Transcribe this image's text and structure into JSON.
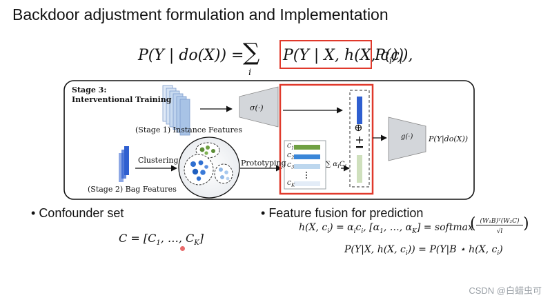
{
  "slide": {
    "title": "Backdoor adjustment formulation and Implementation",
    "main_equation": {
      "lhs": "P(Y | do(X)) = ",
      "sum_symbol": "∑",
      "sum_index": "i",
      "highlighted_term": "P(Y | X, h(X, c",
      "highlighted_sub": "i",
      "highlighted_close": "))",
      "tail": "P(c",
      "tail_sub": "i",
      "tail_close": "),"
    },
    "diagram": {
      "stage3_label_line1": "Stage 3:",
      "stage3_label_line2": "Interventional Training",
      "instance_features_label": "(Stage 1) Instance Features",
      "bag_features_label": "(Stage 2) Bag Features",
      "sigma_label": "σ(·)",
      "clustering_label": "Clustering",
      "prototyping_label": "Prototyping",
      "sum_alpha_label": "∑ α",
      "sum_alpha_sub": "i",
      "sum_alpha_c": "C",
      "sum_alpha_c_sub": "i",
      "c1_label": "C",
      "c1_sub": "1",
      "c2_label": "C",
      "c2_sub": "2",
      "c3_label": "C",
      "c3_sub": "3",
      "ck_label": "C",
      "ck_sub": "K",
      "oplus": "⊕",
      "g_label": "g(·)",
      "output_label": "P(Y|do(X))",
      "colors": {
        "blue": "#2f5fd0",
        "green": "#6fa043",
        "light_green": "#cfe0bd",
        "light_blue": "#bdd7ee",
        "red": "#e0392b",
        "trap_gray": "#d3d6da"
      }
    },
    "confounder": {
      "bullet": "Confounder set",
      "equation": "C = [C",
      "eq_sub1": "1",
      "eq_mid": ", …, C",
      "eq_subk": "K",
      "eq_close": "]"
    },
    "fusion": {
      "bullet": "Feature fusion for prediction",
      "eq1_left": "h(X, c",
      "eq1_left_sub": "i",
      "eq1_mid": ") = α",
      "eq1_alpha_sub": "i",
      "eq1_c": "c",
      "eq1_c_sub": "i",
      "eq1_bracket": ", [α",
      "eq1_b_sub1": "1",
      "eq1_b_mid": ", …, α",
      "eq1_b_subk": "K",
      "eq1_b_close": "] = softmax",
      "frac_num": "(W₁B)ᵀ(W₂C)",
      "frac_den": "√l",
      "eq2": "P(Y|X, h(X, c",
      "eq2_sub": "i",
      "eq2_mid": ")) = P(Y|B ⋆ h(X, c",
      "eq2_sub2": "i",
      "eq2_close": ")"
    },
    "watermark": "CSDN @白蜡虫可"
  }
}
